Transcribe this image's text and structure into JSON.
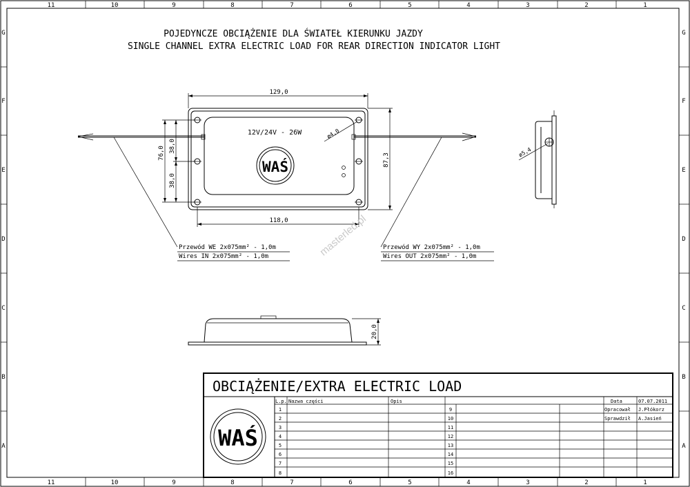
{
  "frame": {
    "columns": [
      "11",
      "10",
      "9",
      "8",
      "7",
      "6",
      "5",
      "4",
      "3",
      "2",
      "1"
    ],
    "rows": [
      "G",
      "F",
      "E",
      "D",
      "C",
      "B",
      "A"
    ]
  },
  "title": {
    "line1": "POJEDYNCZE OBCIĄŻENIE DLA ŚWIATEŁ KIERUNKU JAZDY",
    "line2": "SINGLE CHANNEL EXTRA ELECTRIC LOAD FOR REAR DIRECTION INDICATOR LIGHT"
  },
  "front_view": {
    "dim_width_outer": "129,0",
    "dim_width_holes": "118,0",
    "dim_height_total": "76,0",
    "dim_height_upper": "38,0",
    "dim_height_lower": "38,0",
    "dim_height_outer": "87,3",
    "hole_dia": "ø4,0",
    "rating": "12V/24V - 26W"
  },
  "side_view": {
    "dim_dia": "ø5,4"
  },
  "bottom_view": {
    "dim_height": "20,0"
  },
  "wires": {
    "in_pl": "Przewód WE 2x075mm² - 1,0m",
    "in_en": "Wires IN 2x075mm² - 1,0m",
    "out_pl": "Przewód WY 2x075mm² - 1,0m",
    "out_en": "Wires OUT 2x075mm² - 1,0m"
  },
  "watermark": "masterled.pl",
  "title_block": {
    "name": "OBCIĄŻENIE/EXTRA ELECTRIC LOAD",
    "headers": {
      "lp": "L.p.",
      "part": "Nazwa części",
      "desc": "Opis",
      "date": "Data",
      "date_value": "07.07.2011"
    },
    "left_numbers": [
      "1",
      "2",
      "3",
      "4",
      "5",
      "6",
      "7",
      "8"
    ],
    "right_numbers": [
      "9",
      "10",
      "11",
      "12",
      "13",
      "14",
      "15",
      "16"
    ],
    "prepared_label": "Opracował",
    "prepared_by": "J.Płókorz",
    "checked_label": "Sprawdził",
    "checked_by": "A.Jasień"
  },
  "logo_text": "WAŚ"
}
